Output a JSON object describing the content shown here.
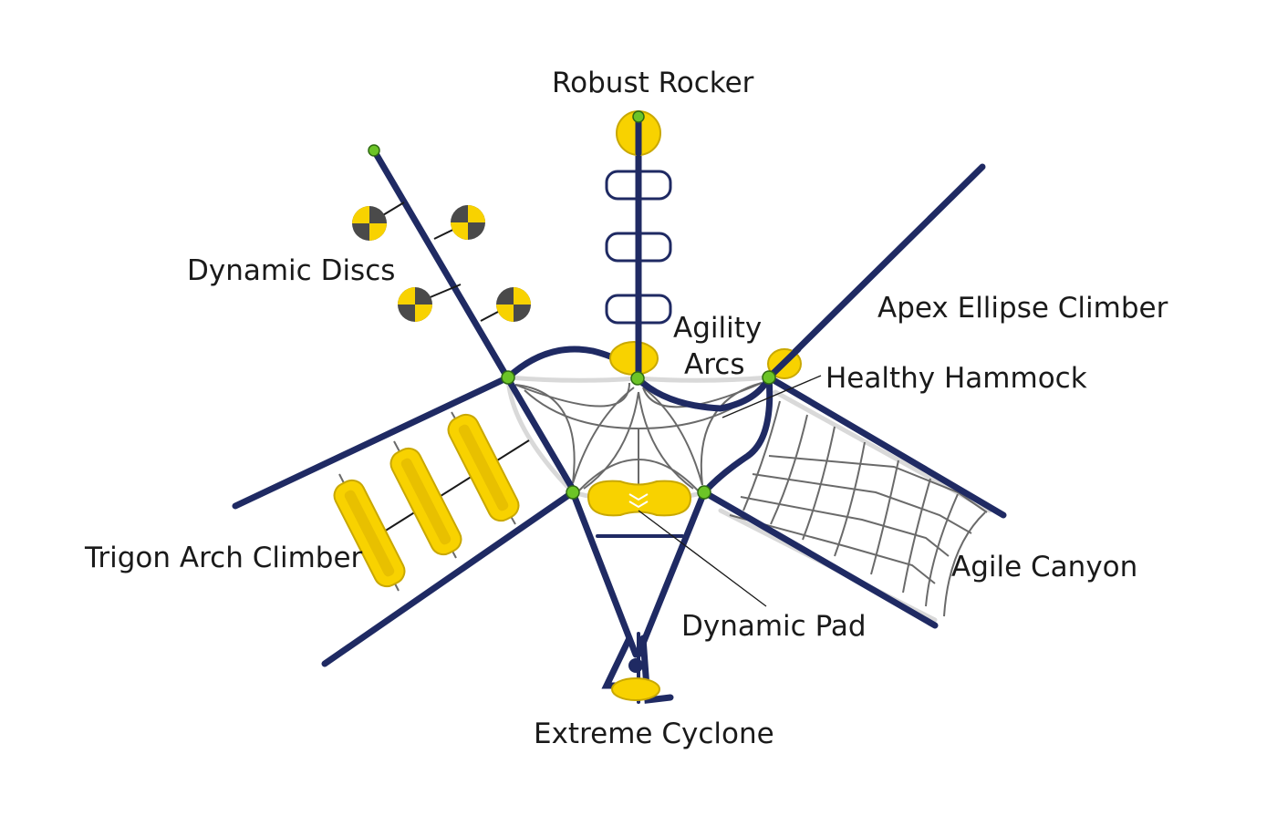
{
  "colors": {
    "frame": "#1f2a63",
    "panel": "#f8d200",
    "node": "#6cc427",
    "disc_dark": "#4a4a4a",
    "rope": "#6a6a6a"
  },
  "labels": {
    "robust_rocker": "Robust Rocker",
    "dynamic_discs": "Dynamic Discs",
    "agility_arcs_line1": "Agility",
    "agility_arcs_line2": "Arcs",
    "apex_ellipse_climber": "Apex Ellipse Climber",
    "healthy_hammock": "Healthy Hammock",
    "trigon_arch_climber": "Trigon Arch Climber",
    "agile_canyon": "Agile Canyon",
    "dynamic_pad": "Dynamic Pad",
    "extreme_cyclone": "Extreme Cyclone"
  }
}
